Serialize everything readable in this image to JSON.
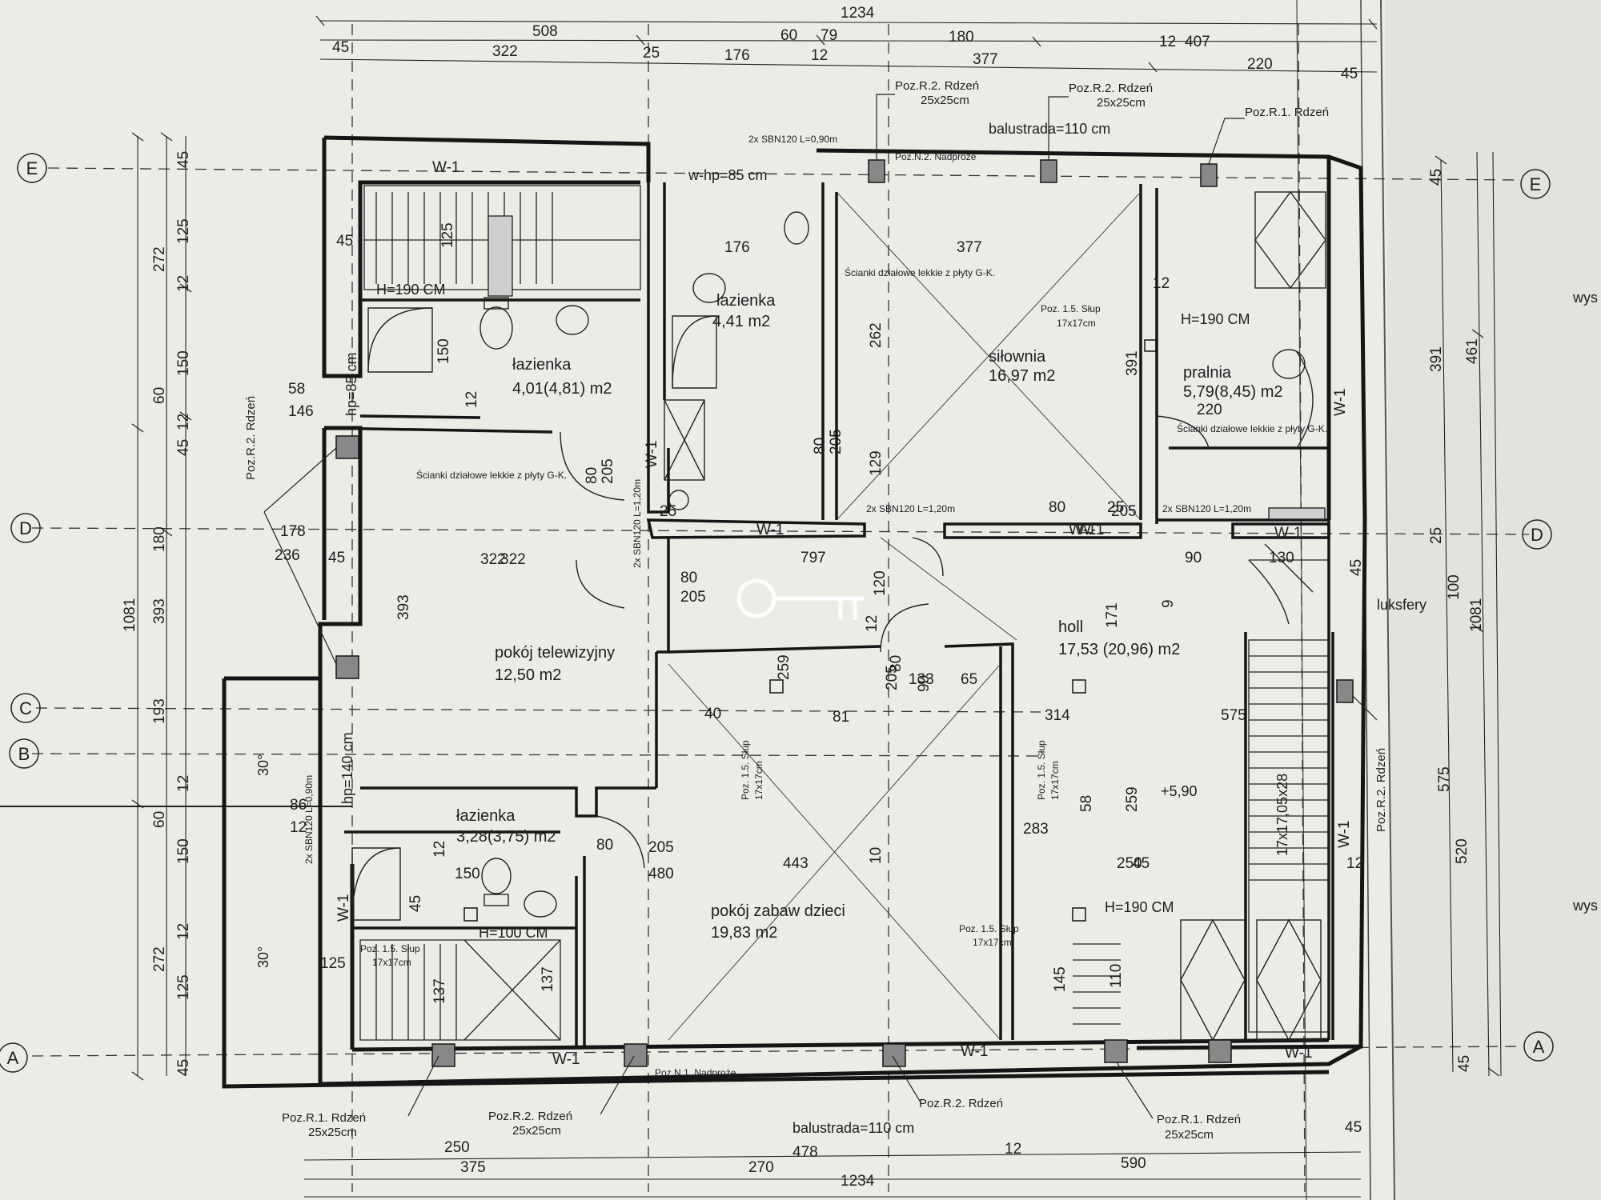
{
  "rooms": [
    {
      "name": "łazienka",
      "area": "4,01(4,81) m2"
    },
    {
      "name": "łazienka",
      "area": "4,41 m2"
    },
    {
      "name": "siłownia",
      "area": "16,97 m2"
    },
    {
      "name": "pralnia",
      "area": "5,79(8,45) m2"
    },
    {
      "name": "pokój telewizyjny",
      "area": "12,50 m2"
    },
    {
      "name": "holl",
      "area": "17,53 (20,96) m2"
    },
    {
      "name": "łazienka",
      "area": "3,28(3,75) m2"
    },
    {
      "name": "pokój zabaw dzieci",
      "area": "19,83 m2"
    }
  ],
  "axes": [
    "E",
    "D",
    "C",
    "B",
    "A"
  ],
  "dimensions": {
    "top_total": "1234",
    "top_row1": [
      "508",
      "60",
      "79",
      "180",
      "12",
      "407"
    ],
    "top_row2": [
      "45",
      "322",
      "25",
      "176",
      "12",
      "377",
      "220",
      "45"
    ],
    "bottom_total": "1234",
    "bottom_row1": [
      "250",
      "478",
      "12",
      "45"
    ],
    "bottom_row2": [
      "375",
      "270",
      "590"
    ],
    "left_total": "1081",
    "left_col1": [
      "272",
      "60",
      "180",
      "393",
      "193",
      "60",
      "272"
    ],
    "left_col2": [
      "45",
      "125",
      "12",
      "150",
      "12",
      "45",
      "12",
      "150",
      "12",
      "125",
      "45"
    ],
    "right_total": "1081",
    "right_col1": [
      "391",
      "100",
      "575"
    ],
    "right_col2": [
      "45",
      "461",
      "25",
      "45",
      "520",
      "45"
    ],
    "interior": [
      "45",
      "125",
      "322",
      "176",
      "377",
      "12",
      "262",
      "150",
      "12",
      "391",
      "220",
      "58",
      "146",
      "80",
      "205",
      "129",
      "80",
      "205",
      "25",
      "178",
      "236",
      "45",
      "322",
      "393",
      "797",
      "90",
      "130",
      "80",
      "205",
      "120",
      "171",
      "12",
      "80",
      "205",
      "90",
      "65",
      "133",
      "40",
      "259",
      "81",
      "314",
      "575",
      "259",
      "58",
      "86",
      "12",
      "80",
      "205",
      "480",
      "443",
      "10",
      "283",
      "250",
      "150",
      "12",
      "45",
      "125",
      "137",
      "137",
      "145",
      "110",
      "45",
      "12",
      "9",
      "25",
      "80",
      "205"
    ]
  },
  "labels": {
    "balustrada_top": "balustrada=110 cm",
    "balustrada_bottom": "balustrada=110 cm",
    "w_hp_top": "w-hp=85 cm",
    "hp_85": "hp=85 cm",
    "hp_140": "hp=140 cm",
    "level": "+5,90",
    "luksfery": "luksfery",
    "stairs": "17x17,05x28",
    "wys": "wys",
    "h190": [
      "H=190 CM",
      "H=190 CM",
      "H=190 CM",
      "H=100 CM"
    ],
    "windows": [
      "W-1",
      "W-1",
      "W-1",
      "W-1",
      "W-1",
      "W-1",
      "W-1",
      "W-1",
      "W-1",
      "W-1",
      "W-1",
      "W-1"
    ],
    "angle": "30°",
    "partition": "Ścianki działowe lekkie z płyty G-K.",
    "beam_small": [
      "2x SBN120 L=0,90m",
      "2x SBN120 L=1,20m",
      "2x SBN120 L=1,20m",
      "2x SBN120 L=1,20m",
      "2x SBN120 L=0,90m"
    ],
    "cores_r2": "Poz.R.2. Rdzeń",
    "cores_r1": "Poz.R.1. Rdzeń",
    "core_size": "25x25cm",
    "column": "Poz. 1.5. Słup",
    "column_size": "17x17cm",
    "lintel_n2": "Poz.N.2. Nadproże",
    "lintel_n1": "Poz.N.1. Nadproże"
  }
}
